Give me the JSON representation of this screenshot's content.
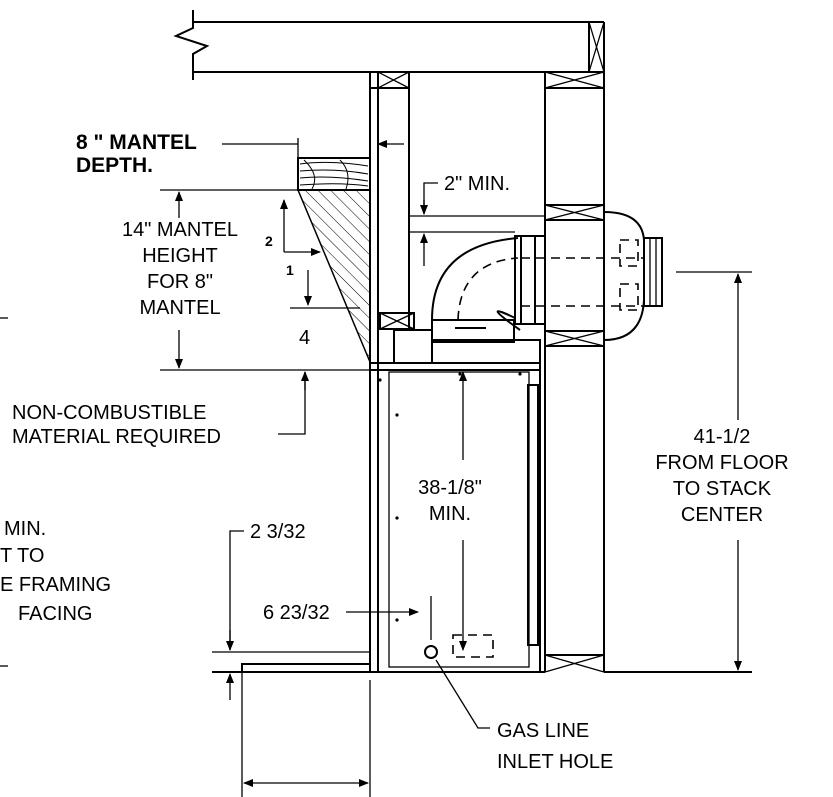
{
  "labels": {
    "mantel_depth_1": "8 \" MANTEL",
    "mantel_depth_2": "DEPTH.",
    "mantel_height_1": "14\" MANTEL",
    "mantel_height_2": "HEIGHT",
    "mantel_height_3": "FOR 8\"",
    "mantel_height_4": "MANTEL",
    "slope_rise": "2",
    "slope_run": "1",
    "clearance_top": "2\" MIN.",
    "four": "4",
    "noncomb_1": "NON-COMBUSTIBLE",
    "noncomb_2": "MATERIAL REQUIRED",
    "min_height_1": "38-1/8\"",
    "min_height_2": "MIN.",
    "stack_1": "41-1/2",
    "stack_2": "FROM FLOOR",
    "stack_3": "TO STACK",
    "stack_4": "CENTER",
    "left_1": "MIN.",
    "left_2": "T TO",
    "left_3": "E FRAMING",
    "left_4": "FACING",
    "dim_a": "2 3/32",
    "dim_b": "6 23/32",
    "gas_1": "GAS LINE",
    "gas_2": "INLET HOLE"
  }
}
